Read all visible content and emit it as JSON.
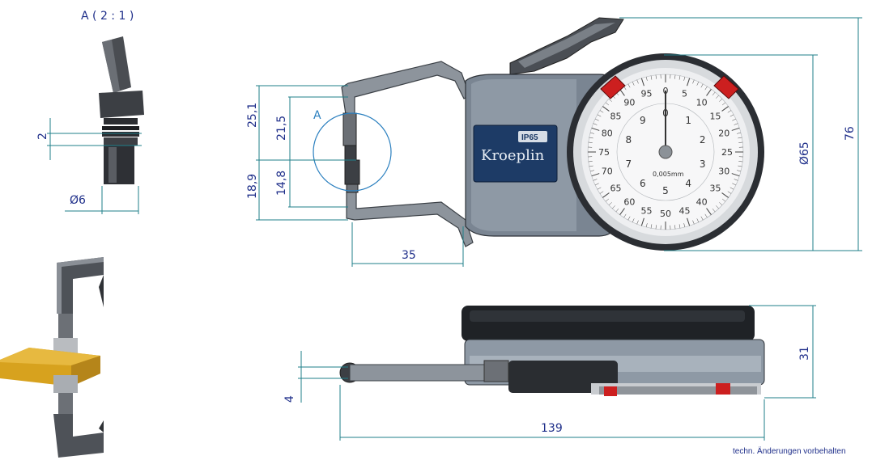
{
  "detail": {
    "title": "A ( 2 : 1 )",
    "dim_gap": "2",
    "dim_diameter": "Ø6"
  },
  "front": {
    "dim_25_1": "25,1",
    "dim_21_5": "21,5",
    "dim_18_9": "18,9",
    "dim_14_8": "14,8",
    "dim_35": "35",
    "dim_65": "Ø65",
    "dim_76": "76",
    "detail_marker": "A"
  },
  "gauge": {
    "brand": "Kroeplin",
    "ip_rating": "IP65",
    "resolution": "0,005mm",
    "outer_scale": [
      "0",
      "5",
      "10",
      "15",
      "20",
      "25",
      "30",
      "35",
      "40",
      "45",
      "50",
      "55",
      "60",
      "65",
      "70",
      "75",
      "80",
      "85",
      "90",
      "95"
    ],
    "inner_scale": [
      "0",
      "1",
      "2",
      "3",
      "4",
      "5",
      "6",
      "7",
      "8",
      "9"
    ]
  },
  "side": {
    "dim_31": "31",
    "dim_4": "4",
    "dim_139": "139"
  },
  "footer": {
    "note": "techn. Änderungen vorbehalten"
  },
  "colors": {
    "dimension_text": "#1f2f8a",
    "dimension_line": "#1f7f8a",
    "body_gray": "#7a8592",
    "brand_plate": "#1d3b66",
    "marker_red": "#cc1f1f",
    "workpiece_yellow": "#d7a21e"
  }
}
